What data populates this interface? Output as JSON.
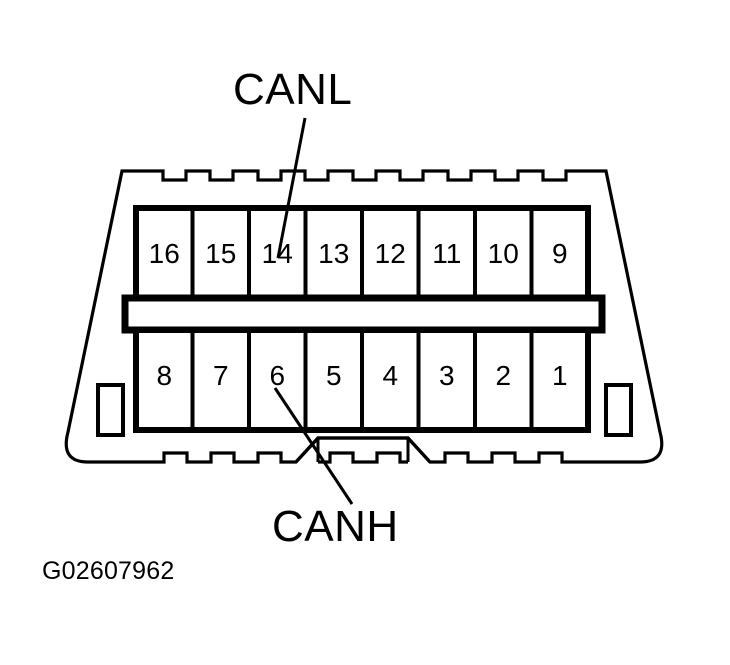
{
  "diagram": {
    "title": "CANL",
    "kind": "obd-ii-16-pin-connector-pinout",
    "reference_code": "G02607962",
    "colors": {
      "ink": "#000000",
      "background": "#ffffff"
    },
    "callouts": [
      {
        "id": "canl",
        "label": "CANL",
        "target_pin": "14",
        "position": "above-connector"
      },
      {
        "id": "canh",
        "label": "CANH",
        "target_pin": "6",
        "position": "below-connector"
      }
    ],
    "pin_rows": {
      "top": {
        "name": "top-row",
        "pins": [
          "16",
          "15",
          "14",
          "13",
          "12",
          "11",
          "10",
          "9"
        ]
      },
      "bottom": {
        "name": "bottom-row",
        "pins": [
          "8",
          "7",
          "6",
          "5",
          "4",
          "3",
          "2",
          "1"
        ]
      }
    },
    "features": {
      "center_divider": "center-divider-bar",
      "left_latch": "left-latch-slot",
      "right_latch": "right-latch-slot",
      "bottom_key": "bottom-keying-tab",
      "shell": "connector-shell-outline"
    }
  }
}
